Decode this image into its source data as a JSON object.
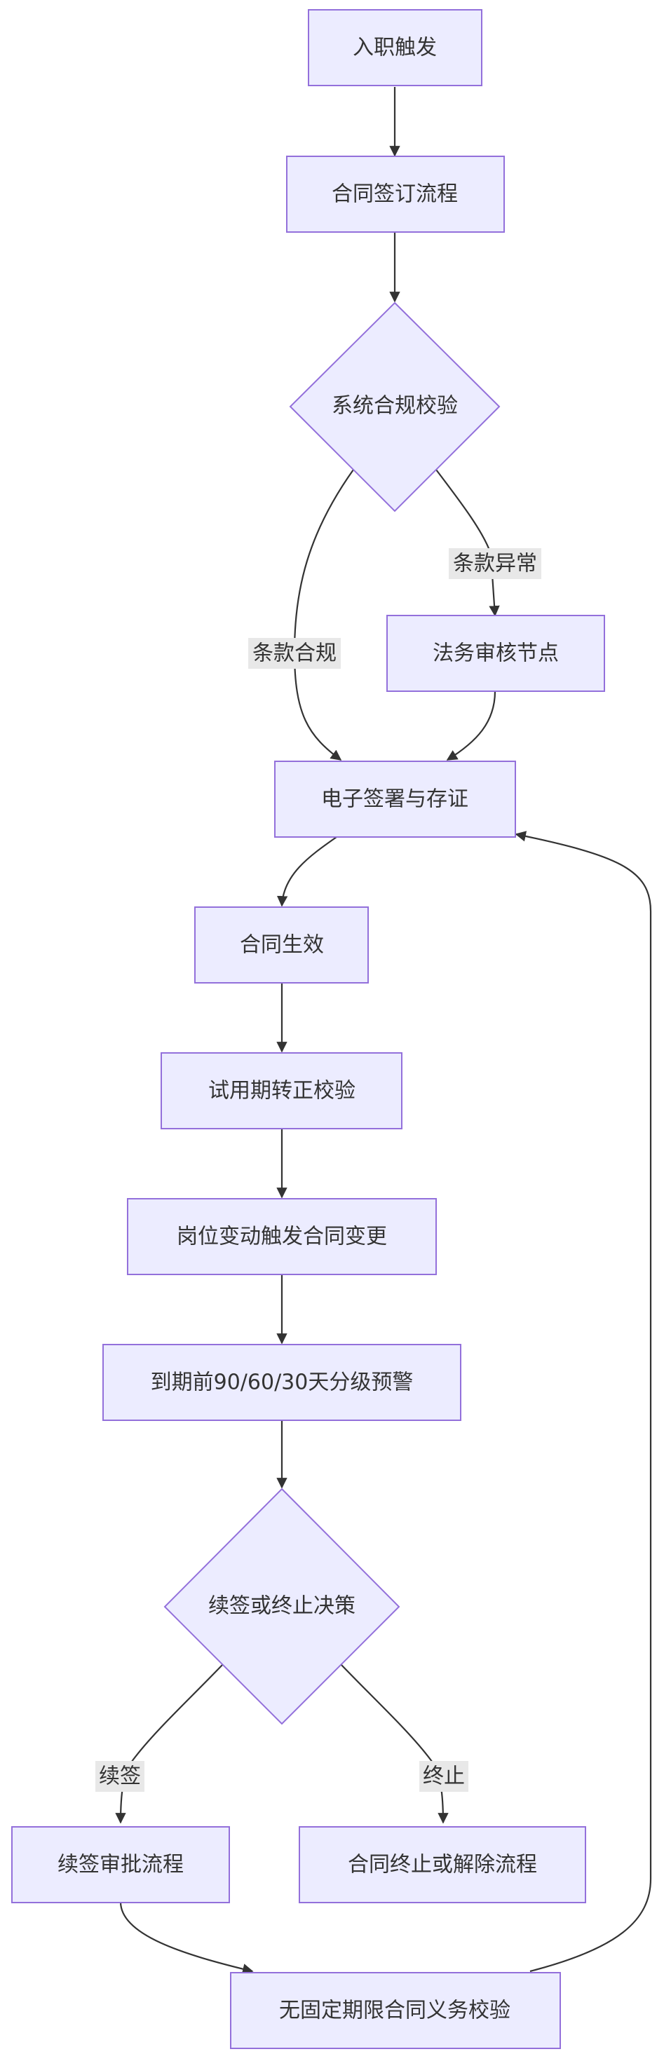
{
  "nodes": {
    "onboarding_trigger": "入职触发",
    "contract_signing": "合同签订流程",
    "compliance_check": "系统合规校验",
    "legal_review": "法务审核节点",
    "esign_evidence": "电子签署与存证",
    "contract_effective": "合同生效",
    "probation_check": "试用期转正校验",
    "position_change": "岗位变动触发合同变更",
    "expiry_warning": "到期前90/60/30天分级预警",
    "renew_or_terminate": "续签或终止决策",
    "renewal_approval": "续签审批流程",
    "termination_process": "合同终止或解除流程",
    "open_ended_check": "无固定期限合同义务校验"
  },
  "edge_labels": {
    "compliant": "条款合规",
    "abnormal": "条款异常",
    "renew": "续签",
    "terminate": "终止"
  },
  "colors": {
    "node_fill": "#ececff",
    "node_stroke": "#9370db",
    "edge": "#333333",
    "label_bg": "#e8e8e8"
  }
}
